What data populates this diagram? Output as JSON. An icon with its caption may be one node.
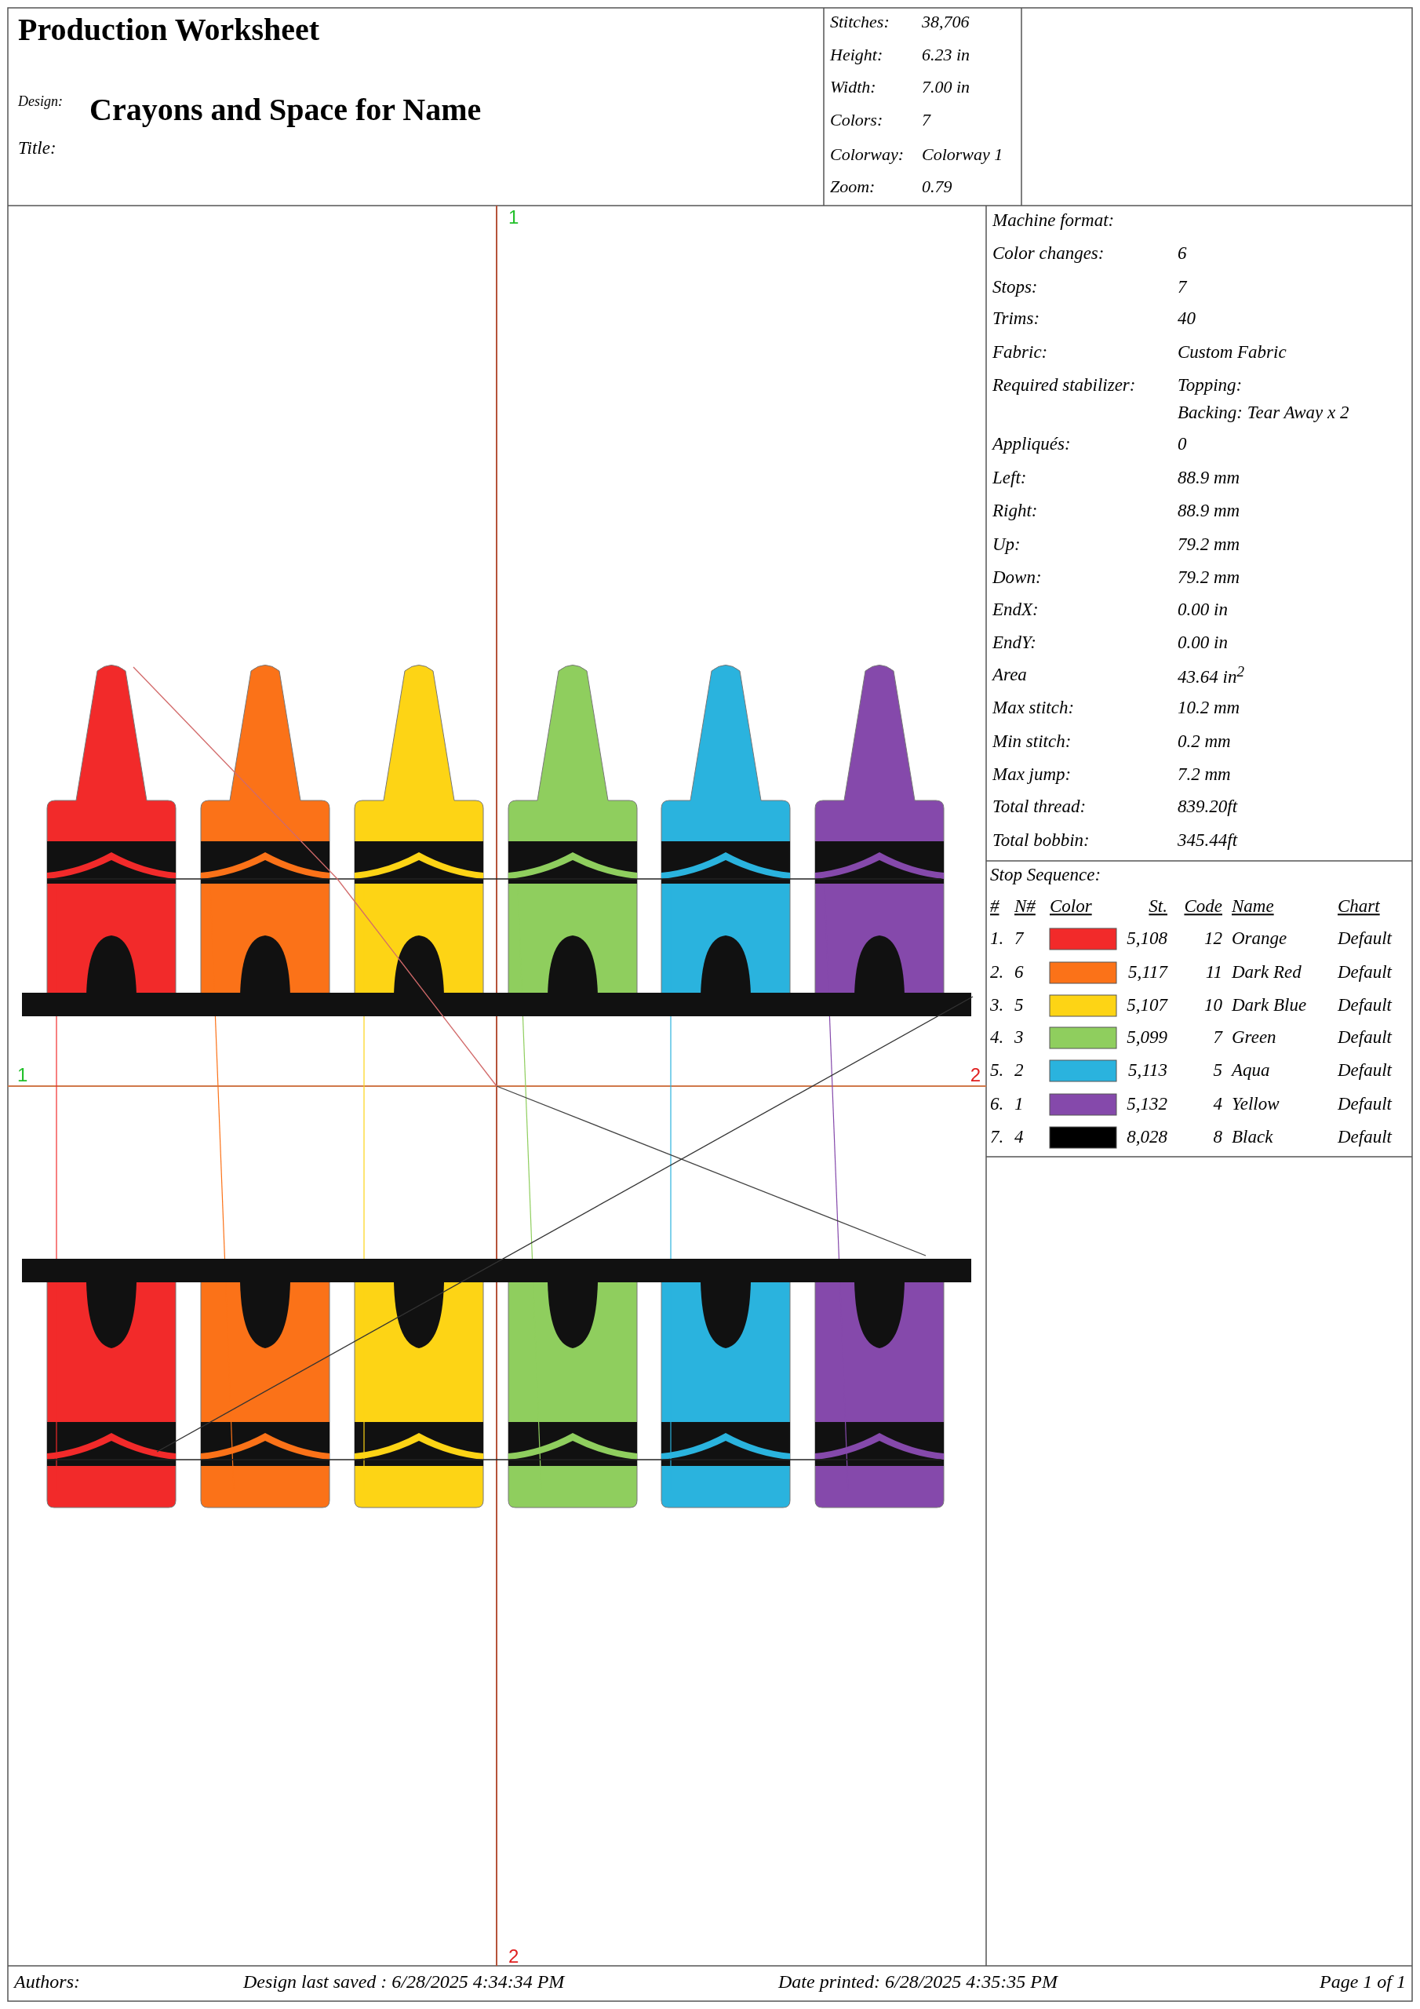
{
  "diagram": {
    "title": "Production Worksheet",
    "labels": [
      "Design:",
      "Crayons and Space for Name",
      "Title:",
      "Stitches:",
      "38,706",
      "Height:",
      "6.23 in",
      "Width:",
      "7.00 in",
      "Colors:",
      "7",
      "Colorway:",
      "Colorway 1",
      "Zoom:",
      "0.79",
      "1",
      "Machine format:",
      "Color changes:",
      "6",
      "Stops:",
      "7",
      "Trims:",
      "40",
      "Fabric:",
      "Custom Fabric",
      "Required stabilizer:",
      "Topping:",
      "Backing: Tear Away x 2",
      "Appliqués:",
      "0",
      "Left:",
      "88.9 mm",
      "Right:",
      "88.9 mm",
      "Up:",
      "79.2 mm",
      "Down:",
      "79.2 mm",
      "EndX:",
      "0.00 in",
      "EndY:",
      "0.00 in",
      "Area",
      "43.64 in$^{2}$",
      "Max stitch:",
      "10.2 mm",
      "Min stitch:",
      "0.2 mm",
      "Max jump:",
      "7.2 mm",
      "Total thread:",
      "839.20ft",
      "Total bobbin:",
      "345.44ft",
      "Stop Sequence:",
      "#",
      "N#",
      "Color",
      "St.",
      "Code",
      "Name",
      "Chart",
      "1.",
      "7",
      "5,108",
      "12",
      "Orange",
      "Default",
      "2.",
      "6",
      "5,117",
      "11",
      "Dark Red",
      "Default",
      "3.",
      "5",
      "5,107",
      "10",
      "Dark Blue",
      "Default",
      "4.",
      "3",
      "5,099",
      "7",
      "Green",
      "Default",
      "5.",
      "2",
      "5,113",
      "5",
      "Aqua",
      "Default",
      "6.",
      "1",
      "5,132",
      "4",
      "Yellow",
      "Default",
      "7.",
      "4",
      "8,028",
      "8",
      "Black",
      "Default",
      "1",
      "2",
      "2",
      "Authors:",
      "Design last saved : 6/28/2025 4:34:34 PM",
      "Date printed: 6/28/2025 4:35:35 PM",
      "Page 1 of 1"
    ]
  }
}
